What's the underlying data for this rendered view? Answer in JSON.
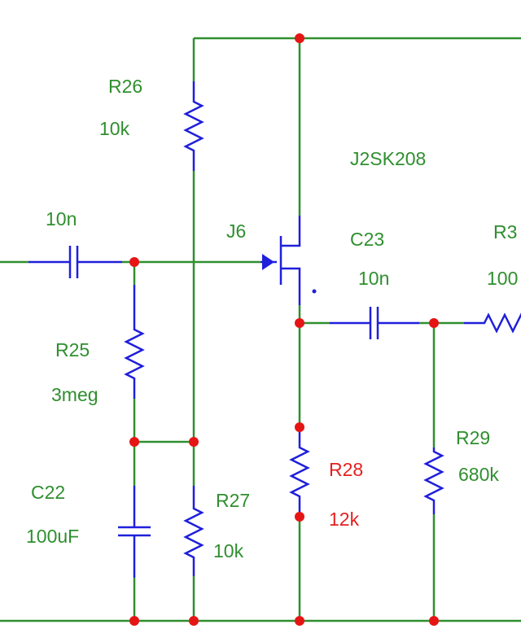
{
  "colors": {
    "wire": "#2f8f2f",
    "component": "#1f1fdc",
    "junction": "#e51515",
    "label": "#2f8f2f",
    "highlight_label": "#e52020"
  },
  "components": {
    "r26": {
      "ref": "R26",
      "value": "10k"
    },
    "j6": {
      "ref": "J6",
      "value": "J2SK208"
    },
    "c_in": {
      "value": "10n"
    },
    "c23": {
      "ref": "C23",
      "value": "10n"
    },
    "r3x": {
      "ref": "R3",
      "value": "100"
    },
    "r25": {
      "ref": "R25",
      "value": "3meg"
    },
    "r29": {
      "ref": "R29",
      "value": "680k"
    },
    "r28": {
      "ref": "R28",
      "value": "12k"
    },
    "c22": {
      "ref": "C22",
      "value": "100uF"
    },
    "r27": {
      "ref": "R27",
      "value": "10k"
    }
  }
}
